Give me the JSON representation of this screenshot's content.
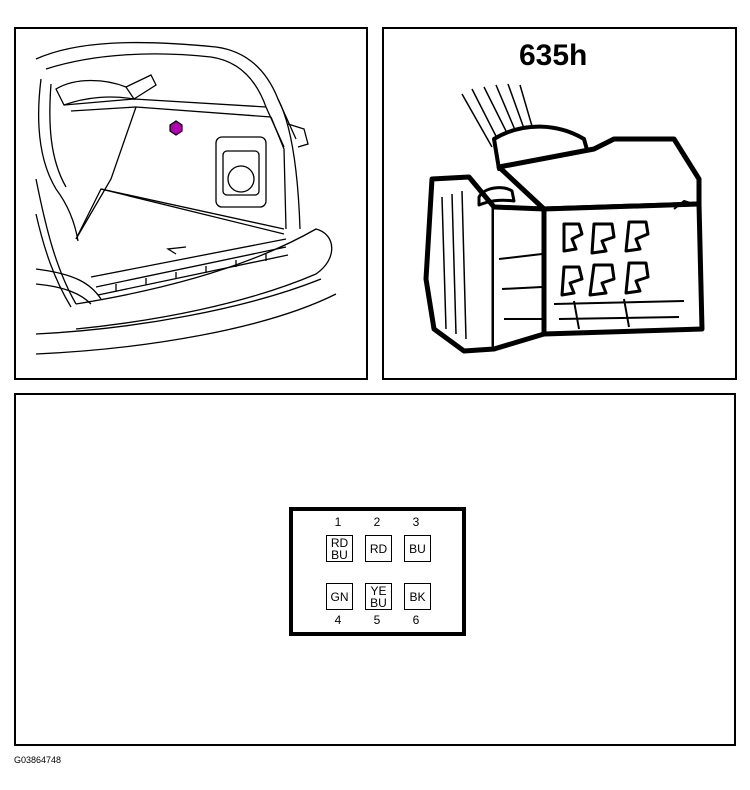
{
  "connector": {
    "label": "635h"
  },
  "pinout": {
    "pins": [
      {
        "number": "1",
        "colors": [
          "RD",
          "BU"
        ]
      },
      {
        "number": "2",
        "colors": [
          "RD"
        ]
      },
      {
        "number": "3",
        "colors": [
          "BU"
        ]
      },
      {
        "number": "4",
        "colors": [
          "GN"
        ]
      },
      {
        "number": "5",
        "colors": [
          "YE",
          "BU"
        ]
      },
      {
        "number": "6",
        "colors": [
          "BK"
        ]
      }
    ]
  },
  "figure_id": "G03864748",
  "colors": {
    "line": "#000000",
    "location_marker": "#b000b0"
  }
}
